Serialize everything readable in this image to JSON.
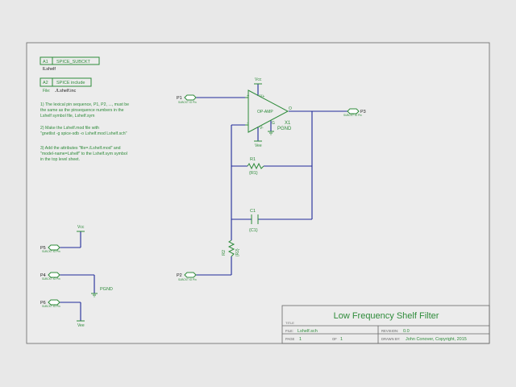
{
  "attrs": [
    {
      "box": "A1",
      "name": "SPICE_SUBCKT",
      "value": "lLshelf"
    },
    {
      "box": "A2",
      "name": "SPICE include",
      "file_label": "File:",
      "value": "./Lshelf.inc"
    }
  ],
  "notes": [
    [
      "1) The lexical pin sequence, P1, P2, ..., must be",
      "the same as the pinsequence numbers in the",
      "Lshelf symbol file, Lshelf.sym"
    ],
    [
      "2) Make the Lshelf.mod file with",
      "\"gnetlist -g spice-sdb -o Lshelf.mod Lshelf.sch\""
    ],
    [
      "3) Add the attributes \"file=./Lshelf.mod\" and",
      "\"model-name=Lshelf\" to the Lshelf.sym symbol",
      "in the top level sheet."
    ]
  ],
  "pins": {
    "p1": {
      "name": "P1",
      "sub": "SUBCKT IO Pin"
    },
    "p2": {
      "name": "P2",
      "sub": "SUBCKT IO Pin"
    },
    "p3": {
      "name": "P3",
      "sub": "SUBCKT IO Pin"
    },
    "p4": {
      "name": "P4",
      "sub": "SUBCKT IO Pin"
    },
    "p5": {
      "name": "P5",
      "sub": "SUBCKT IO Pin"
    },
    "p6": {
      "name": "P6",
      "sub": "SUBCKT IO Pin"
    }
  },
  "opamp": {
    "refdes": "X1",
    "label": "OP-AMP",
    "model": "PGND",
    "vplus": "V+",
    "vminus": "V-",
    "in_plus": "+",
    "in_minus": "-",
    "out": "O",
    "gnd_pin": "G",
    "vcc": "Vcc",
    "vee": "Vee"
  },
  "r1": {
    "refdes": "R1",
    "value": "{R1}"
  },
  "c1": {
    "refdes": "C1",
    "value": "{C1}"
  },
  "r2": {
    "refdes": "R2",
    "value": "{R2}"
  },
  "power": {
    "vcc": "Vcc",
    "vee": "Vee",
    "pgnd": "PGND"
  },
  "title_block": {
    "title": "Low Frequency Shelf Filter",
    "title_label": "TITLE",
    "file_label": "FILE:",
    "file": "Lshelf.sch",
    "revision_label": "REVISION:",
    "revision": "0.0",
    "page_label": "PAGE",
    "page": "1",
    "of_label": "OF",
    "of": "1",
    "drawn_by_label": "DRAWN BY:",
    "drawn_by": "John Conover, Copyright, 2015"
  }
}
